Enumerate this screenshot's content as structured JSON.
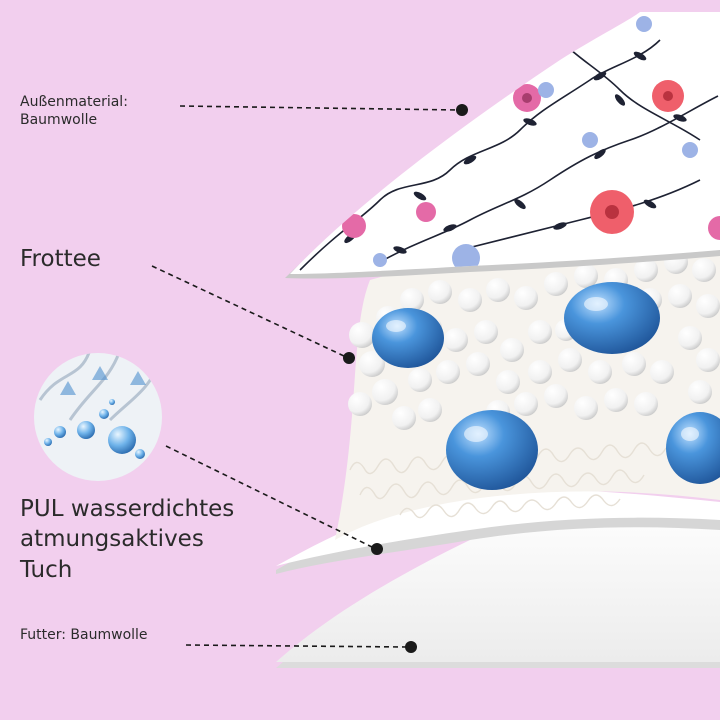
{
  "labels": {
    "outer": {
      "line1": "Außenmaterial:",
      "line2": "Baumwolle"
    },
    "terry": "Frottee",
    "pul": {
      "line1": "PUL wasserdichtes",
      "line2": "atmungsaktives",
      "line3": "Tuch"
    },
    "lining": "Futter: Baumwolle"
  },
  "colors": {
    "background": "#f2cfee",
    "fabric_white": "#ffffff",
    "layer_edge": "#bfbfbf",
    "flower_pink": "#e46aa7",
    "flower_red": "#ef5f6b",
    "flower_blue": "#9db3e6",
    "leaf": "#1e2233",
    "droplet_blue": "#2f79c2",
    "pointer": "#1a1a1a"
  },
  "icons": {
    "layer_pointer": "dot-with-dashed-line",
    "moisture": "water-droplets-circle"
  }
}
